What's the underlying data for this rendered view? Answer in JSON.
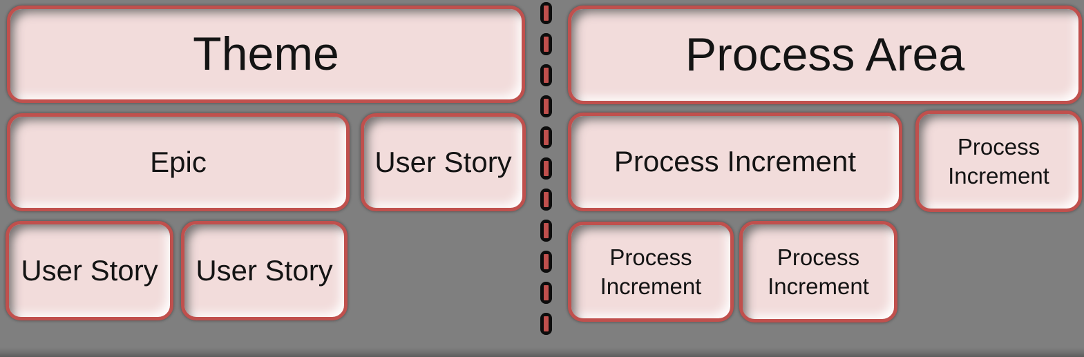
{
  "diagram": {
    "left": {
      "theme": "Theme",
      "epic": "Epic",
      "user_story_top": "User Story",
      "user_story_bottom_left": "User Story",
      "user_story_bottom_right": "User Story"
    },
    "right": {
      "process_area": "Process Area",
      "process_increment_wide": "Process Increment",
      "process_increment_right": "Process Increment",
      "process_increment_bottom_left": "Process Increment",
      "process_increment_bottom_right": "Process Increment"
    },
    "divider": {
      "dash_count": 11
    },
    "colors": {
      "background": "#7f7f7f",
      "box_fill": "#f2dcdb",
      "box_border": "#c0504d",
      "dash_outline": "#0d0d0d",
      "dash_core": "#c0504d",
      "text": "#141414"
    }
  }
}
